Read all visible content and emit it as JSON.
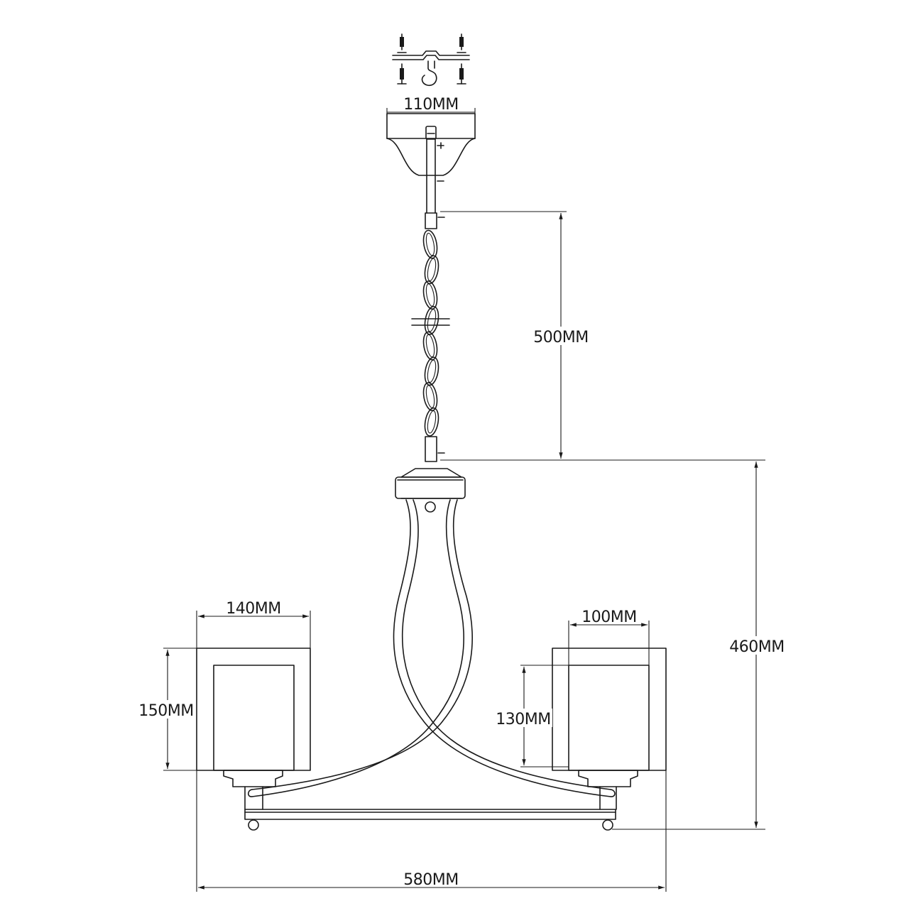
{
  "dimensions": {
    "canopy_width": "110MM",
    "chain_length": "500MM",
    "body_height": "460MM",
    "shade_outer_width": "140MM",
    "shade_outer_height": "150MM",
    "shade_inner_width": "100MM",
    "shade_inner_height": "130MM",
    "overall_width": "580MM"
  },
  "colors": {
    "line": "#1a1a1a",
    "background": "#ffffff"
  }
}
